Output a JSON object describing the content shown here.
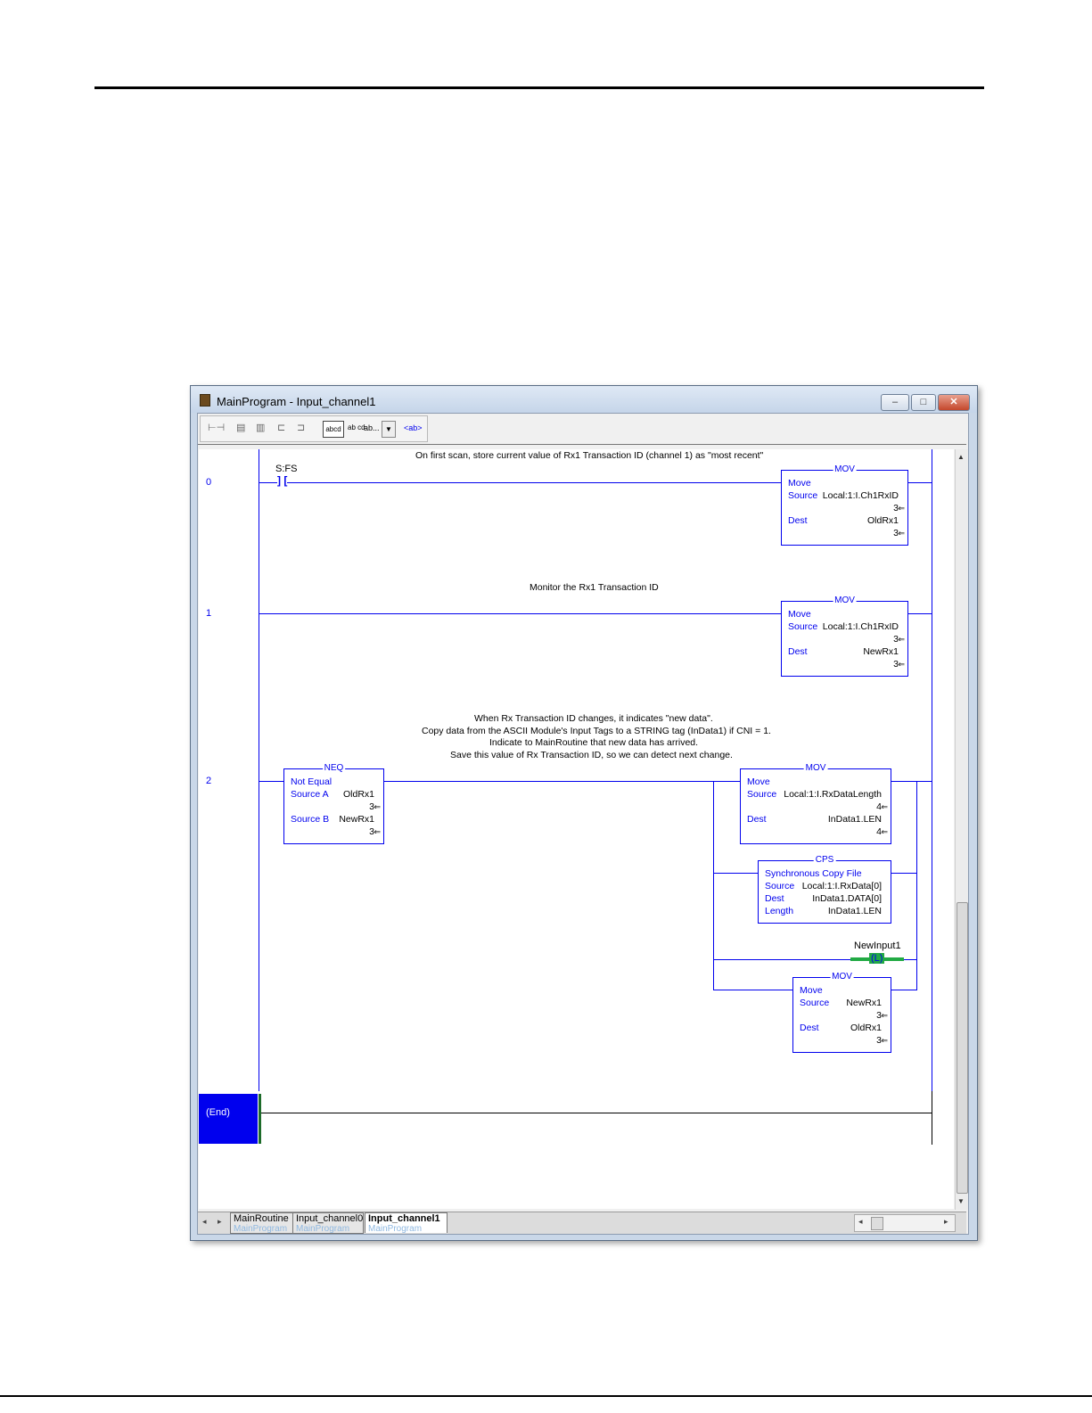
{
  "window": {
    "title": "MainProgram - Input_channel1",
    "controls": {
      "minimize": "–",
      "maximize": "□",
      "close": "✕"
    }
  },
  "toolbar": {
    "icons": [
      "rung-icon",
      "copy-rung-icon",
      "paste-rung-icon",
      "insert-branch-icon",
      "insert-level-icon"
    ],
    "display_options": [
      "abcd",
      "ab cd",
      "ab..."
    ],
    "tag_button": "<ab>"
  },
  "rungs": [
    {
      "number": "0",
      "comment": "On first scan, store current value of Rx1 Transaction ID (channel 1) as \"most recent\"",
      "contact_tag": "S:FS",
      "instruction": {
        "mnemonic": "MOV",
        "name": "Move",
        "source_label": "Source",
        "source": "Local:1:I.Ch1RxID",
        "source_value": "3",
        "dest_label": "Dest",
        "dest": "OldRx1",
        "dest_value": "3"
      }
    },
    {
      "number": "1",
      "comment": "Monitor the Rx1 Transaction ID",
      "instruction": {
        "mnemonic": "MOV",
        "name": "Move",
        "source_label": "Source",
        "source": "Local:1:I.Ch1RxID",
        "source_value": "3",
        "dest_label": "Dest",
        "dest": "NewRx1",
        "dest_value": "3"
      }
    },
    {
      "number": "2",
      "comment_lines": [
        "When Rx Transaction ID changes, it indicates \"new data\".",
        "Copy data from the ASCII Module's Input Tags to a STRING tag (InData1) if CNI = 1.",
        "Indicate to MainRoutine that new data has arrived.",
        "Save this value of Rx Transaction ID, so we can detect next change."
      ],
      "neq": {
        "mnemonic": "NEQ",
        "name": "Not Equal",
        "a_label": "Source A",
        "a": "OldRx1",
        "a_value": "3",
        "b_label": "Source B",
        "b": "NewRx1",
        "b_value": "3"
      },
      "mov1": {
        "mnemonic": "MOV",
        "name": "Move",
        "source_label": "Source",
        "source": "Local:1:I.RxDataLength",
        "source_value": "4",
        "dest_label": "Dest",
        "dest": "InData1.LEN",
        "dest_value": "4"
      },
      "cps": {
        "mnemonic": "CPS",
        "name": "Synchronous Copy File",
        "source_label": "Source",
        "source": "Local:1:I.RxData[0]",
        "dest_label": "Dest",
        "dest": "InData1.DATA[0]",
        "length_label": "Length",
        "length": "InData1.LEN"
      },
      "coil": {
        "tag": "NewInput1",
        "symbol": "L"
      },
      "mov2": {
        "mnemonic": "MOV",
        "name": "Move",
        "source_label": "Source",
        "source": "NewRx1",
        "source_value": "3",
        "dest_label": "Dest",
        "dest": "OldRx1",
        "dest_value": "3"
      }
    }
  ],
  "end_label": "(End)",
  "tabs": [
    {
      "name": "MainRoutine",
      "program": "MainProgram",
      "active": false
    },
    {
      "name": "Input_channel0",
      "program": "MainProgram",
      "active": false
    },
    {
      "name": "Input_channel1",
      "program": "MainProgram",
      "active": true
    }
  ],
  "colors": {
    "ladder": "#0000ee",
    "end_block": "#0000ee",
    "energized_coil": "#22aa44"
  }
}
